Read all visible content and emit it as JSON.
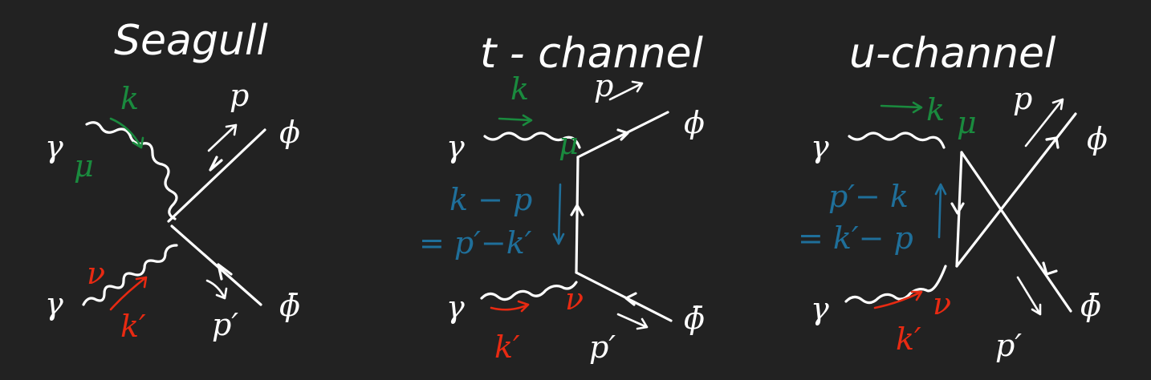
{
  "colors": {
    "background": "#222222",
    "line": "#ffffff",
    "green": "#1a8a3e",
    "red": "#e82a12",
    "blue": "#1f6f9a"
  },
  "diagrams": [
    {
      "title": "Seagull",
      "photon_in_1": "γ",
      "photon_in_2": "γ",
      "mom_k": "k",
      "mom_kp": "k′",
      "index_mu": "μ",
      "index_nu": "ν",
      "mom_p": "p",
      "mom_pp": "p′",
      "phi": "ϕ",
      "phibar": "ϕ̄"
    },
    {
      "title": "t - channel",
      "photon_in_1": "γ",
      "photon_in_2": "γ",
      "mom_k": "k",
      "mom_kp": "k′",
      "index_mu": "μ",
      "index_nu": "ν",
      "mom_p": "p",
      "mom_pp": "p′",
      "phi": "ϕ",
      "phibar": "ϕ̄",
      "internal_line1": "k − p",
      "internal_line2": "= p′−k′"
    },
    {
      "title": "u-channel",
      "photon_in_1": "γ",
      "photon_in_2": "γ",
      "mom_k": "k",
      "mom_kp": "k′",
      "index_mu": "μ",
      "index_nu": "ν",
      "mom_p": "p",
      "mom_pp": "p′",
      "phi": "ϕ",
      "phibar": "ϕ̄",
      "internal_line1": "p′− k",
      "internal_line2": "= k′− p"
    }
  ]
}
